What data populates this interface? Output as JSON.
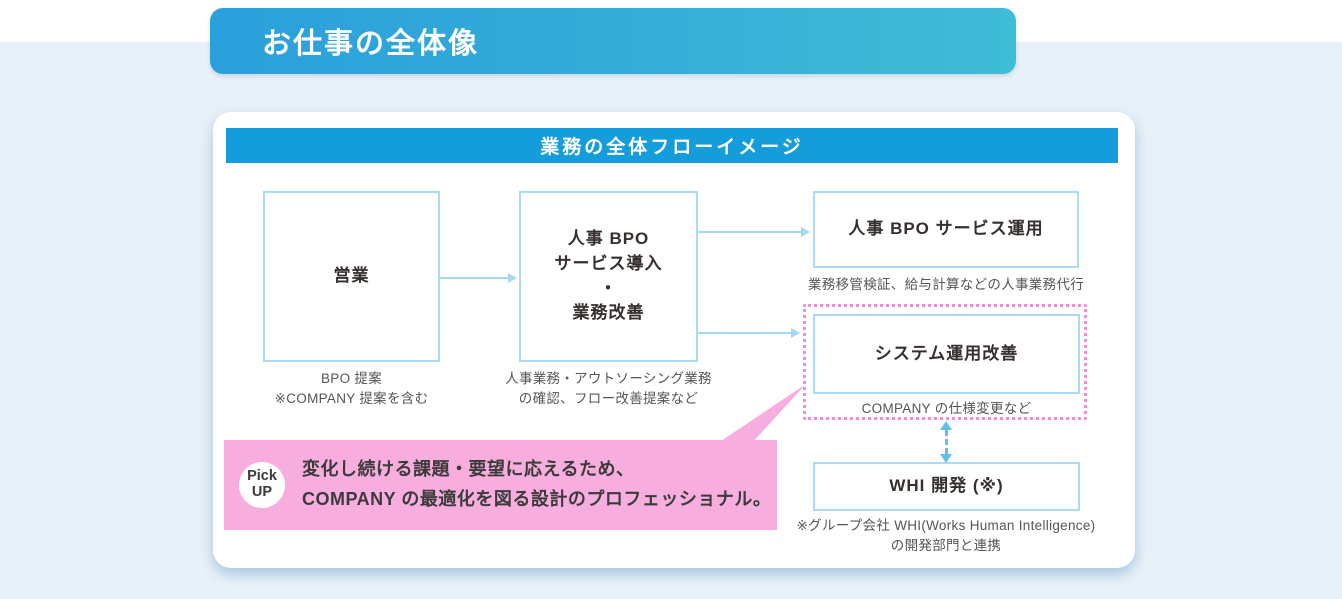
{
  "header": {
    "title": "お仕事の全体像"
  },
  "panel": {
    "title": "業務の全体フローイメージ"
  },
  "flow": {
    "sales": {
      "label": "営業",
      "caption": "BPO 提案\n※COMPANY 提案を含む"
    },
    "setup": {
      "label": "人事 BPO\nサービス導入\n・\n業務改善",
      "caption": "人事業務・アウトソーシング業務\nの確認、フロー改善提案など"
    },
    "operation": {
      "label": "人事 BPO サービス運用",
      "caption": "業務移管検証、給与計算などの人事業務代行"
    },
    "system": {
      "label": "システム運用改善",
      "caption": "COMPANY の仕様変更など"
    },
    "whi": {
      "label": "WHI 開発 (※)",
      "caption": "※グループ会社 WHI(Works Human Intelligence)\nの開発部門と連携"
    }
  },
  "pickup": {
    "badge": "Pick\nUP",
    "text": "変化し続ける課題・要望に応えるため、\nCOMPANY の最適化を図る設計のプロフェッショナル。"
  },
  "colors": {
    "banner_gradient_start": "#2b9fdb",
    "banner_gradient_end": "#3fbcd6",
    "panel_header_blue": "#149cdb",
    "box_border_blue": "#aadcf5",
    "arrow_blue": "#a5d9f3",
    "dashed_arrow_blue": "#5fc0e8",
    "dotted_pink": "#f48fd0",
    "callout_pink": "#f7aede",
    "background_lightblue": "#e9f1f8"
  }
}
